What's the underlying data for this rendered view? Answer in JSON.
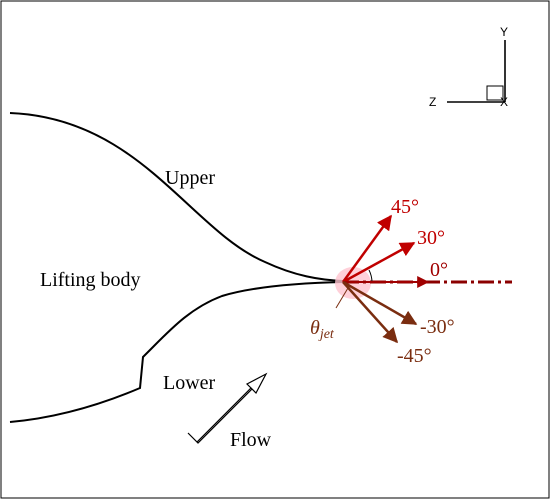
{
  "axes": {
    "y_label": "Y",
    "z_label": "Z",
    "x_label": "X"
  },
  "labels": {
    "upper": "Upper",
    "lower": "Lower",
    "lifting_body": "Lifting body",
    "flow": "Flow"
  },
  "jet": {
    "theta_main": "θ",
    "theta_sub": "jet",
    "angles": [
      "45°",
      "30°",
      "0°",
      "-30°",
      "-45°"
    ]
  },
  "colors": {
    "pos_angle": "#c00000",
    "zero_angle": "#a00000",
    "neg_angle": "#7a2d10",
    "centerline": "#8b0000",
    "highlight": "#ffc4cf"
  }
}
